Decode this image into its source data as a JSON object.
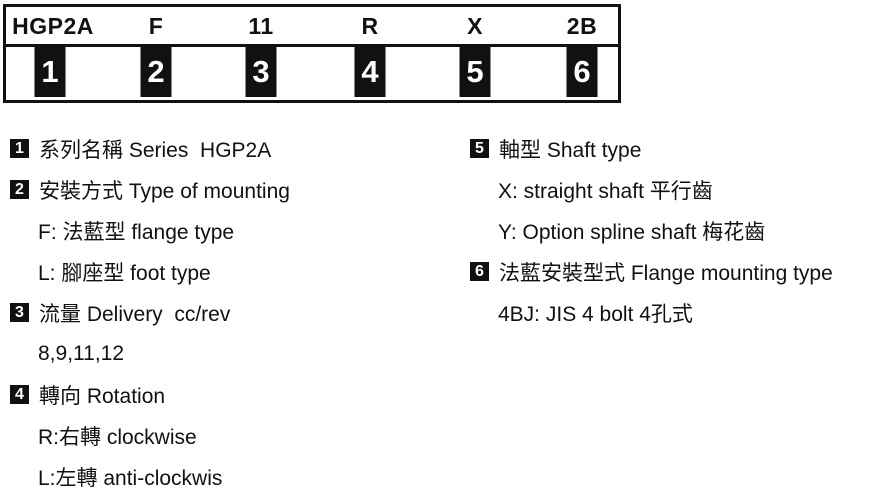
{
  "code_box": {
    "items": [
      {
        "code": "HGP2A",
        "num": "1"
      },
      {
        "code": "F",
        "num": "2"
      },
      {
        "code": "11",
        "num": "3"
      },
      {
        "code": "R",
        "num": "4"
      },
      {
        "code": "X",
        "num": "5"
      },
      {
        "code": "2B",
        "num": "6"
      }
    ]
  },
  "legend": {
    "left": [
      {
        "num": "1",
        "title": "系列名稱 Series  HGP2A",
        "subs": []
      },
      {
        "num": "2",
        "title": "安裝方式 Type of mounting",
        "subs": [
          "F: 法藍型 flange type",
          "L: 腳座型 foot type"
        ]
      },
      {
        "num": "3",
        "title": "流量 Delivery  cc/rev",
        "subs": [
          "8,9,11,12"
        ]
      },
      {
        "num": "4",
        "title": "轉向 Rotation",
        "subs": [
          "R:右轉 clockwise",
          "L:左轉 anti-clockwis"
        ]
      }
    ],
    "right": [
      {
        "num": "5",
        "title": "軸型 Shaft type",
        "subs": [
          "X: straight shaft 平行齒",
          "Y: Option spline shaft 梅花齒"
        ]
      },
      {
        "num": "6",
        "title": "法藍安裝型式 Flange mounting type",
        "subs": [
          "4BJ: JIS 4 bolt 4孔式"
        ]
      }
    ]
  },
  "colors": {
    "ink": "#111111",
    "background": "#ffffff",
    "badge_bg": "#111111",
    "badge_text": "#ffffff"
  }
}
